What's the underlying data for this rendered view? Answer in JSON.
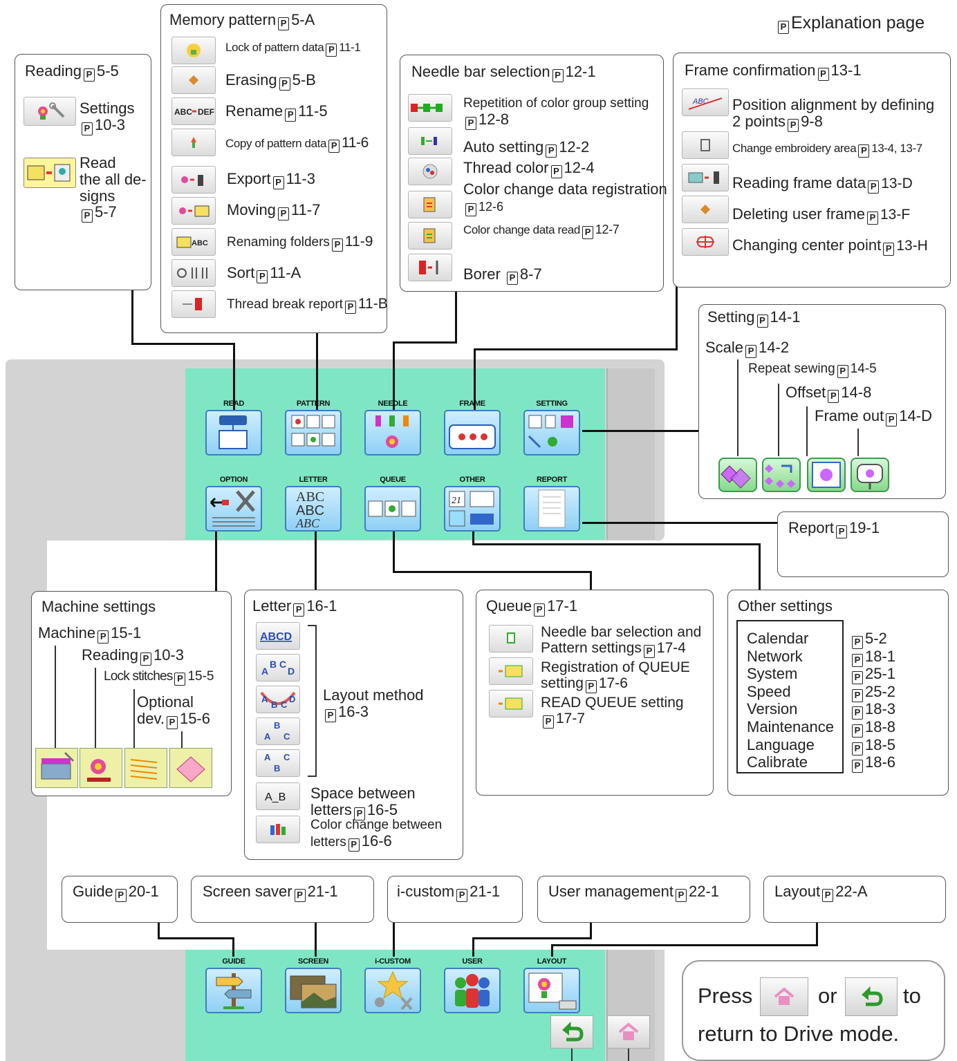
{
  "legend": {
    "label": "Explanation page",
    "p": "P"
  },
  "reading": {
    "title": "Reading",
    "page": "5-5",
    "settings_label": "Settings",
    "settings_page": "10-3",
    "readall_l1": "Read",
    "readall_l2": "the all de-",
    "readall_l3": "signs",
    "readall_page": "5-7"
  },
  "memory": {
    "title": "Memory pattern",
    "page": "5-A",
    "items": [
      {
        "label": "Lock of pattern data",
        "page": "11-1"
      },
      {
        "label": "Erasing",
        "page": "5-B"
      },
      {
        "label": "Rename",
        "page": "11-5"
      },
      {
        "label": "Copy of pattern data",
        "page": "11-6"
      },
      {
        "label": "Export",
        "page": "11-3"
      },
      {
        "label": "Moving",
        "page": "11-7"
      },
      {
        "label": "Renaming folders",
        "page": "11-9"
      },
      {
        "label": "Sort",
        "page": "11-A"
      },
      {
        "label": "Thread break report",
        "page": "11-B"
      }
    ]
  },
  "needle": {
    "title": "Needle bar selection",
    "page": "12-1",
    "rep_label": "Repetition of color group setting",
    "rep_page": "12-8",
    "auto_label": "Auto setting",
    "auto_page": "12-2",
    "thread_label": "Thread color",
    "thread_page": "12-4",
    "ccreg_label": "Color change data registration",
    "ccreg_page": "12-6",
    "ccread_label": "Color change data read",
    "ccread_page": "12-7",
    "borer_label": "Borer",
    "borer_page": "8-7"
  },
  "frame": {
    "title": "Frame confirmation",
    "page": "13-1",
    "pos_l1": "Position alignment by defining",
    "pos_l2": "2 points",
    "pos_page": "9-8",
    "area_label": "Change embroidery area",
    "area_page": "13-4, 13-7",
    "readf_label": "Reading frame data",
    "readf_page": "13-D",
    "del_label": "Deleting user frame",
    "del_page": "13-F",
    "center_label": "Changing center point",
    "center_page": "13-H"
  },
  "setting": {
    "title": "Setting",
    "page": "14-1",
    "scale_label": "Scale",
    "scale_page": "14-2",
    "repeat_label": "Repeat sewing",
    "repeat_page": "14-5",
    "offset_label": "Offset",
    "offset_page": "14-8",
    "frameout_label": "Frame out",
    "frameout_page": "14-D"
  },
  "report": {
    "title": "Report",
    "page": "19-1"
  },
  "menu": {
    "row1": [
      "READ",
      "PATTERN",
      "NEEDLE",
      "FRAME",
      "SETTING"
    ],
    "row2": [
      "OPTION",
      "LETTER",
      "QUEUE",
      "OTHER",
      "REPORT"
    ],
    "letter_icon_l1": "ABC",
    "letter_icon_l2": "ABC",
    "letter_icon_l3": "ABC"
  },
  "machine": {
    "title": "Machine settings",
    "machine_label": "Machine",
    "machine_page": "15-1",
    "reading_label": "Reading",
    "reading_page": "10-3",
    "lock_label": "Lock stitches",
    "lock_page": "15-5",
    "opt_l1": "Optional",
    "opt_l2": "dev.",
    "opt_page": "15-6"
  },
  "letter": {
    "title": "Letter",
    "page": "16-1",
    "layout_label": "Layout method",
    "layout_page": "16-3",
    "space_l1": "Space between",
    "space_l2": "letters",
    "space_page": "16-5",
    "color_l1": "Color change between",
    "color_l2": "letters",
    "color_page": "16-6",
    "icon_abcd": "ABCD",
    "icon_ab": "A_B"
  },
  "queue": {
    "title": "Queue",
    "page": "17-1",
    "nb_l1": "Needle bar selection and",
    "nb_l2": "Pattern settings",
    "nb_page": "17-4",
    "reg_l1": "Registration of QUEUE",
    "reg_l2": "setting",
    "reg_page": "17-6",
    "read_label": "READ QUEUE setting",
    "read_page": "17-7"
  },
  "other": {
    "title": "Other settings",
    "items": [
      {
        "label": "Calendar",
        "page": "5-2"
      },
      {
        "label": "Network",
        "page": "18-1"
      },
      {
        "label": "System",
        "page": "25-1"
      },
      {
        "label": "Speed",
        "page": "25-2"
      },
      {
        "label": "Version",
        "page": "18-3"
      },
      {
        "label": "Maintenance",
        "page": "18-8"
      },
      {
        "label": "Language",
        "page": "18-5"
      },
      {
        "label": "Calibrate",
        "page": "18-6"
      }
    ]
  },
  "bottom_boxes": {
    "guide_label": "Guide",
    "guide_page": "20-1",
    "screen_label": "Screen saver",
    "screen_page": "21-1",
    "icustom_label": "i-custom",
    "icustom_page": "21-1",
    "user_label": "User management",
    "user_page": "22-1",
    "layout_label": "Layout",
    "layout_page": "22-A"
  },
  "bottom_menu": [
    "GUIDE",
    "SCREEN",
    "i-CUSTOM",
    "USER",
    "LAYOUT"
  ],
  "press": {
    "w1": "Press",
    "w2": "or",
    "w3": "to",
    "line2": "return to Drive mode."
  },
  "colors": {
    "panel_green": "#7ee6c4",
    "panel_gray": "#d3d3d3",
    "button_blue": "#8fd0f4"
  }
}
